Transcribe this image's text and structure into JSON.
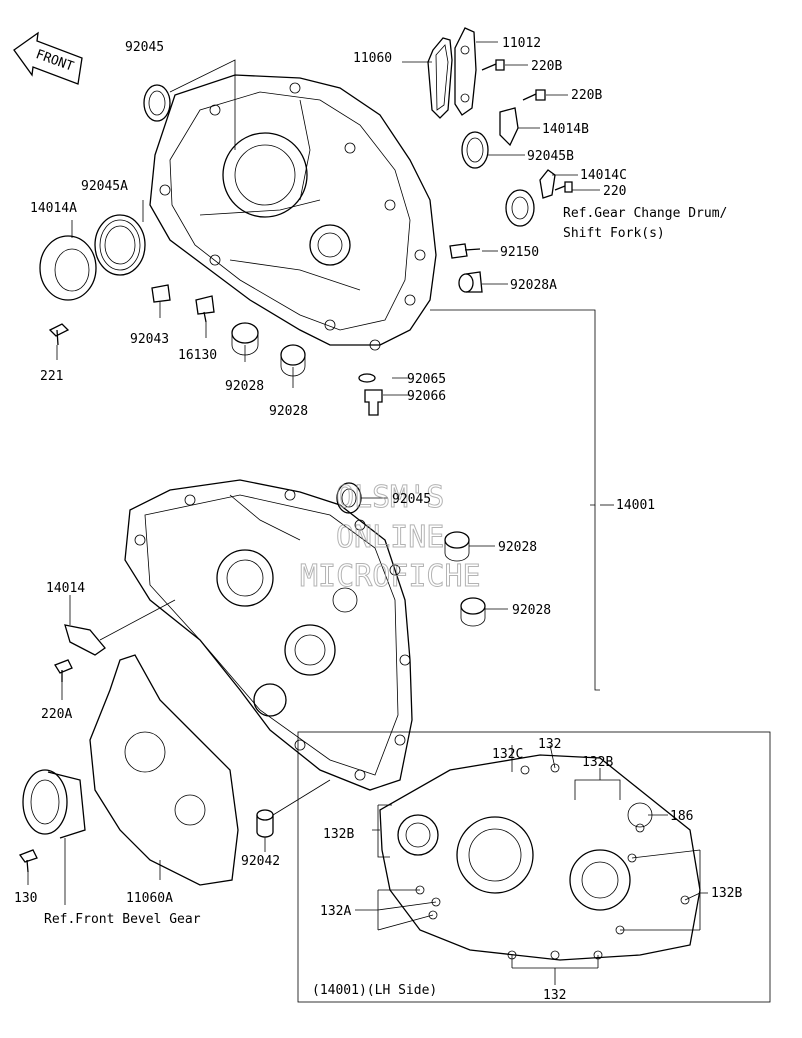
{
  "front_arrow": {
    "text": "FRONT"
  },
  "watermark": {
    "line1": "OLSM'S",
    "line2": "ONLINE",
    "line3": "MICROFICHE"
  },
  "callouts": {
    "c92045_top": "92045",
    "c11060": "11060",
    "c11012": "11012",
    "c220B_1": "220B",
    "c220B_2": "220B",
    "c14014B": "14014B",
    "c92045B": "92045B",
    "c14014C": "14014C",
    "c220": "220",
    "ref_gear_line1": "Ref.Gear Change Drum/",
    "ref_gear_line2": "Shift Fork(s)",
    "c92045A": "92045A",
    "c14014A": "14014A",
    "c92150": "92150",
    "c92028A": "92028A",
    "c92043": "92043",
    "c16130": "16130",
    "c92028_a": "92028",
    "c92028_b": "92028",
    "c221": "221",
    "c92065": "92065",
    "c92066": "92066",
    "c14001": "14001",
    "c92045_mid": "92045",
    "c92028_c": "92028",
    "c92028_d": "92028",
    "c14014": "14014",
    "c220A": "220A",
    "c92042": "92042",
    "c130": "130",
    "c11060A": "11060A",
    "ref_front_bevel": "Ref.Front Bevel Gear",
    "c132C": "132C",
    "c132_top": "132",
    "c132B_top": "132B",
    "c186": "186",
    "c132B_left": "132B",
    "c132B_right": "132B",
    "c132A": "132A",
    "c132_bottom": "132",
    "inset_caption": "(14001)(LH Side)"
  }
}
